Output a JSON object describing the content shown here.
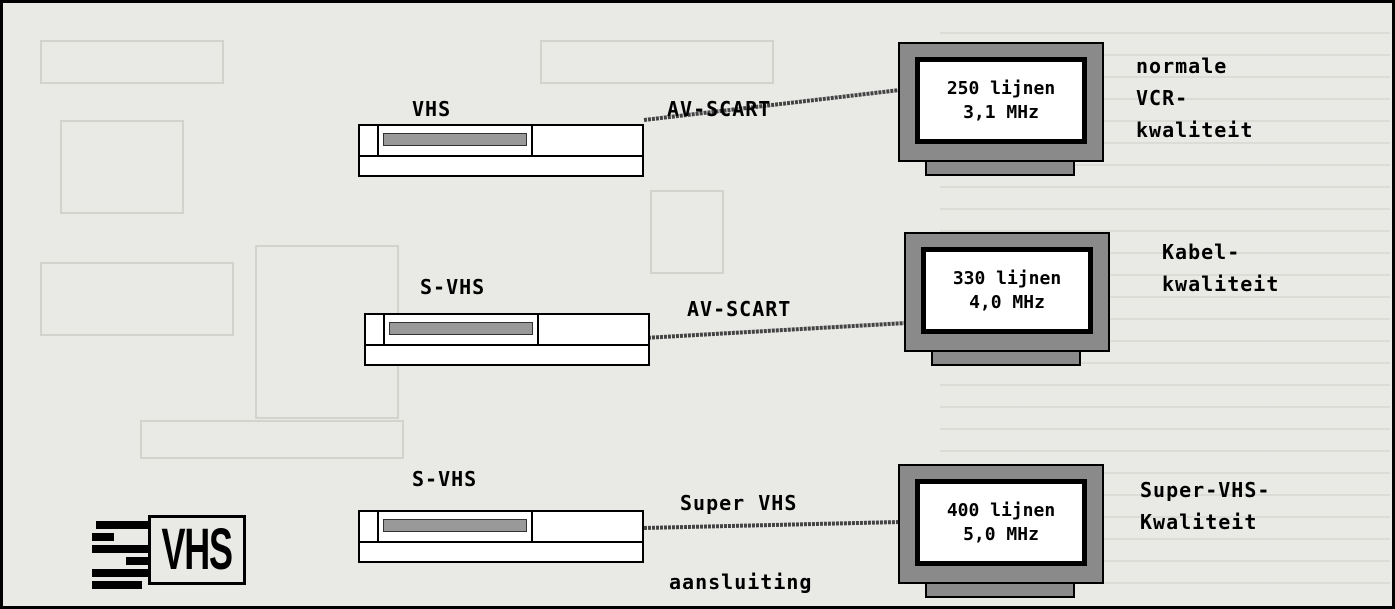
{
  "colors": {
    "tv_frame": "#8a8a8a",
    "cable": "#444444",
    "tape_bar": "#999999",
    "background": "#e9e9e6"
  },
  "logo": {
    "s": "S",
    "text": "VHS"
  },
  "rows": [
    {
      "vcr_label": "VHS",
      "connection": "AV-SCART",
      "connection_line2": "",
      "tv_line1": "250 lijnen",
      "tv_line2": "3,1 MHz",
      "quality": [
        "normale",
        "VCR-",
        "kwaliteit"
      ]
    },
    {
      "vcr_label": "S-VHS",
      "connection": "AV-SCART",
      "connection_line2": "",
      "tv_line1": "330 lijnen",
      "tv_line2": "4,0 MHz",
      "quality": [
        "Kabel-",
        "kwaliteit"
      ]
    },
    {
      "vcr_label": "S-VHS",
      "connection": "Super VHS",
      "connection_line2": "aansluiting",
      "tv_line1": "400 lijnen",
      "tv_line2": "5,0 MHz",
      "quality": [
        "Super-VHS-",
        "Kwaliteit"
      ]
    }
  ]
}
